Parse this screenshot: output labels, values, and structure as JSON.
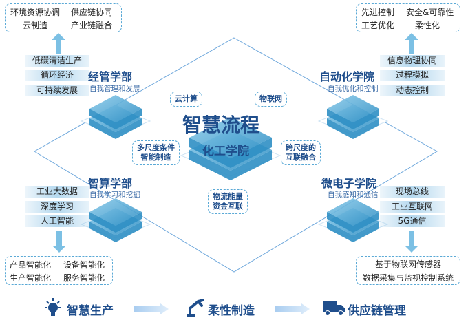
{
  "center": {
    "title": "智慧流程",
    "subtitle": "化工学院",
    "tags": [
      "云计算",
      "物联网",
      "多尺度条件\n智能制造",
      "跨尺度的\n互联融合",
      "物流能量\n资金互联"
    ]
  },
  "nodes": {
    "jingguan": {
      "title": "经管学部",
      "sub": "自我管理和发展",
      "bars": [
        "低碳清洁生产",
        "循环经济",
        "可持续发展"
      ],
      "box": [
        "环境资源协调",
        "供应链协同",
        "云制造",
        "产业链融合"
      ]
    },
    "zidonghua": {
      "title": "自动化学院",
      "sub": "自我优化和控制",
      "bars": [
        "信息物理协同",
        "过程模拟",
        "动态控制"
      ],
      "box": [
        "先进控制",
        "安全&可靠性",
        "工艺优化",
        "柔性化"
      ]
    },
    "zhisuan": {
      "title": "智算学部",
      "sub": "自我学习和挖掘",
      "bars": [
        "工业大数据",
        "深度学习",
        "人工智能"
      ],
      "box": [
        "产品智能化",
        "设备智能化",
        "生产智能化",
        "服务智能化"
      ]
    },
    "weidianzi": {
      "title": "微电子学院",
      "sub": "自我感知和通信",
      "bars": [
        "现场总线",
        "工业互联网",
        "5G通信"
      ],
      "box": [
        "基于物联网传感器",
        "数据采集与监视控制系统"
      ]
    }
  },
  "footer": [
    {
      "label": "智慧生产",
      "icon": "lightbulb-icon"
    },
    {
      "label": "柔性制造",
      "icon": "robot-arm-icon"
    },
    {
      "label": "供应链管理",
      "icon": "truck-icon"
    }
  ],
  "colors": {
    "primary": "#1f4e8c",
    "accent": "#3a9fd0"
  }
}
